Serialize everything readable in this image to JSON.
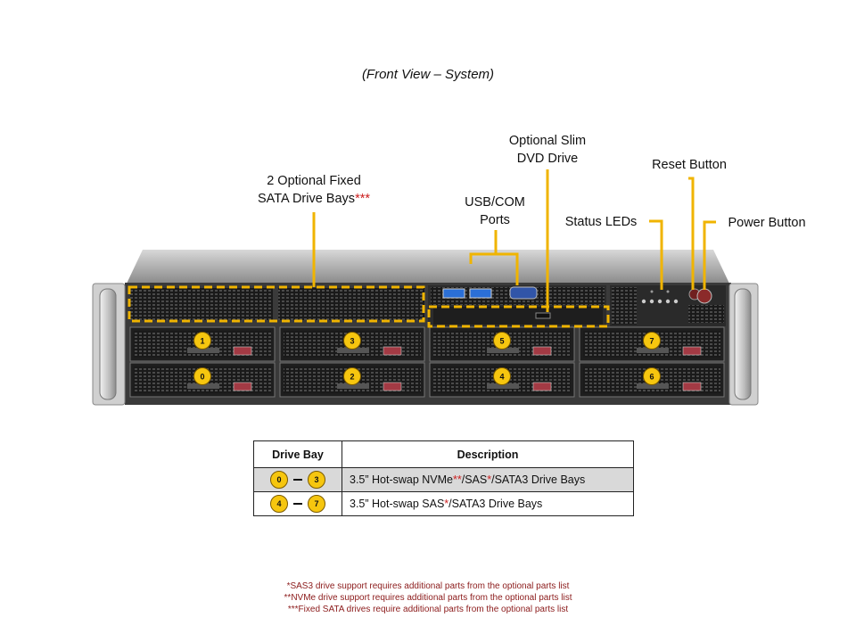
{
  "title": "(Front View – System)",
  "callouts": {
    "fixed_bays_line1": "2 Optional Fixed",
    "fixed_bays_line2": "SATA Drive Bays",
    "fixed_bays_marks": "***",
    "usb_line1": "USB/COM",
    "usb_line2": "Ports",
    "dvd_line1": "Optional Slim",
    "dvd_line2": "DVD Drive",
    "status": "Status LEDs",
    "reset": "Reset Button",
    "power": "Power Button"
  },
  "bays_top": [
    "1",
    "3",
    "5",
    "7"
  ],
  "bays_bottom": [
    "0",
    "2",
    "4",
    "6"
  ],
  "table": {
    "headers": [
      "Drive Bay",
      "Description"
    ],
    "rows": [
      {
        "from": "0",
        "to": "3",
        "desc_a": "3.5”  Hot-swap NVMe",
        "mark1": "**",
        "desc_b": "/SAS",
        "mark2": "*",
        "desc_c": "/SATA3 Drive Bays"
      },
      {
        "from": "4",
        "to": "7",
        "desc_a": "3.5” Hot-swap SAS",
        "mark1": "",
        "desc_b": "",
        "mark2": "*",
        "desc_c": "/SATA3 Drive Bays"
      }
    ]
  },
  "notes": [
    "*SAS3 drive support requires additional parts from the optional parts list",
    "**NVMe drive support requires additional parts from the optional parts list",
    "***Fixed SATA drives require additional parts from the optional parts list"
  ],
  "colors": {
    "callout": "#f0b400",
    "footnote": "#8b1a1a",
    "marker": "#cc1f1f"
  }
}
